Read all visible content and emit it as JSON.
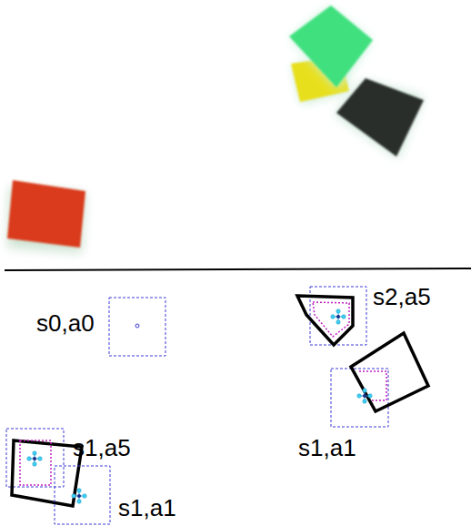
{
  "diagram": {
    "labels": [
      "s2,a5",
      "s0,a0",
      "s1,a5",
      "s1,a1",
      "s1,a1"
    ]
  }
}
